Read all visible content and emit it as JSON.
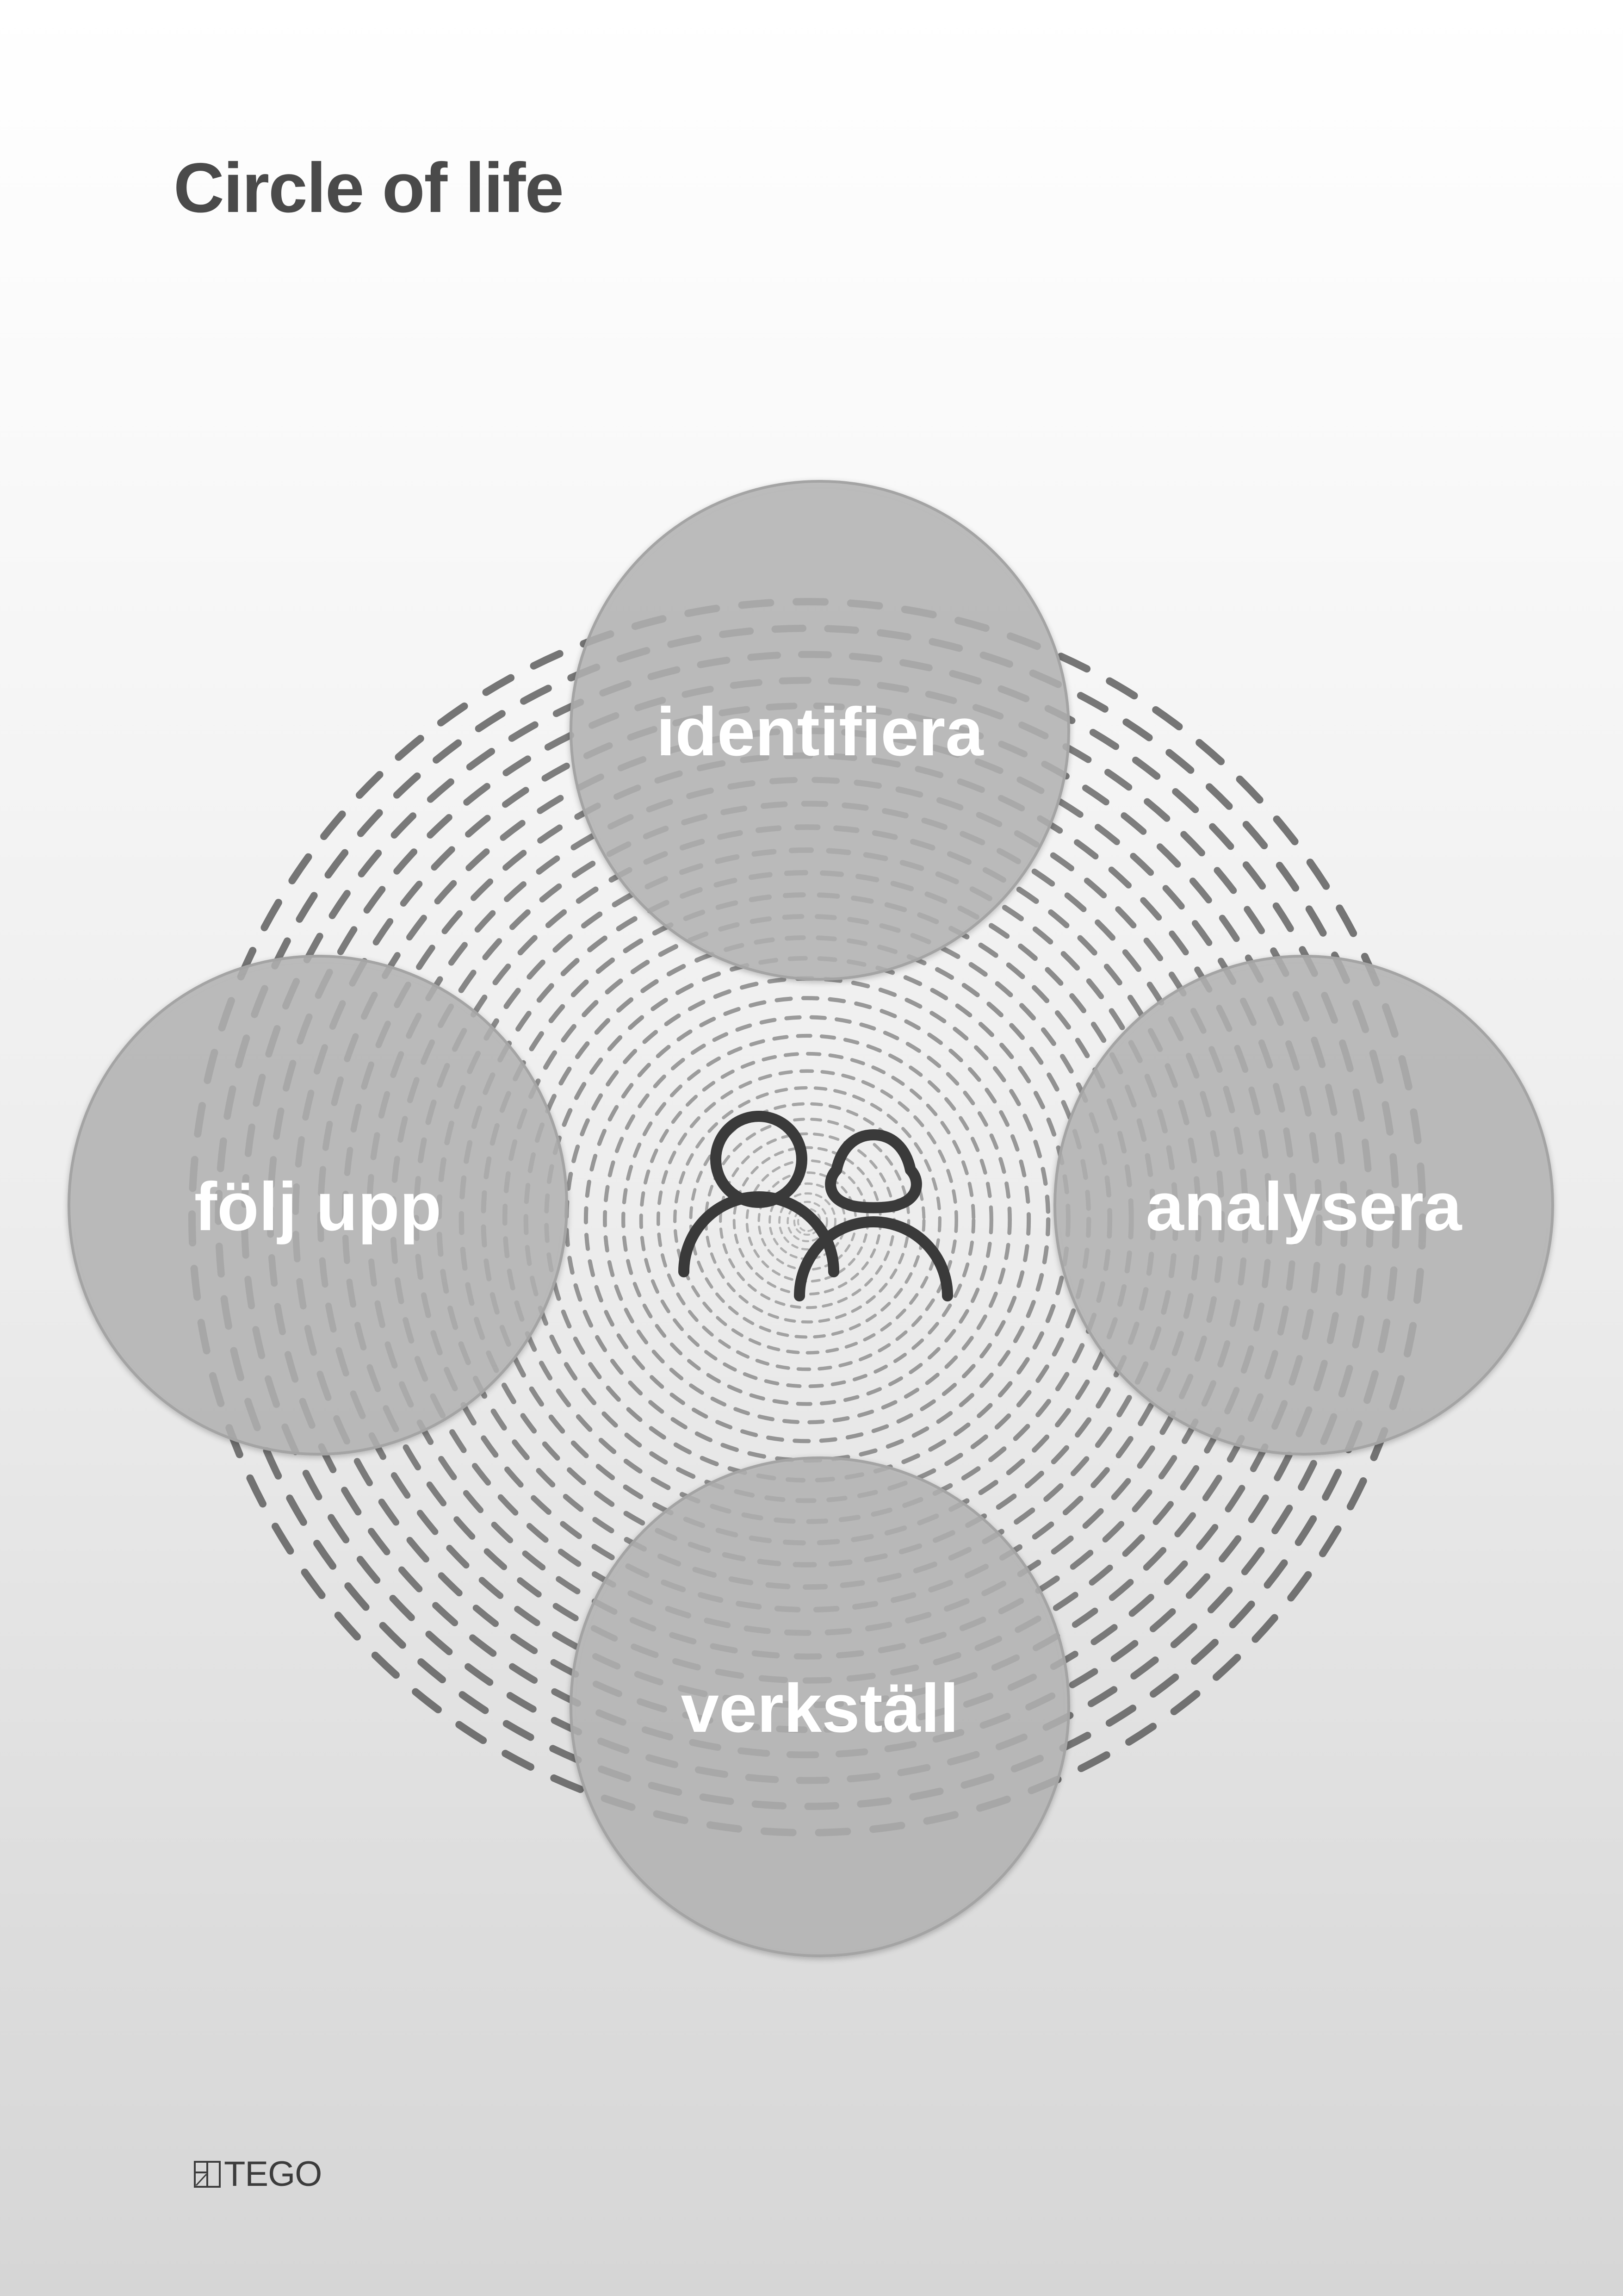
{
  "title": "Circle of life",
  "center_icon": "people-icon",
  "nodes": [
    {
      "id": "top",
      "label": "identifiera"
    },
    {
      "id": "right",
      "label": "analysera"
    },
    {
      "id": "bottom",
      "label": "verkställ"
    },
    {
      "id": "left",
      "label": "följ upp"
    }
  ],
  "colors": {
    "node_fill": "#b3b3b3",
    "node_label": "#ffffff",
    "ring_stroke": "#555555",
    "icon_stroke": "#3a3a3a",
    "title": "#4a4a4a"
  },
  "footer": {
    "logo_icon": "tego-logo-icon",
    "logo_text": "TEGO"
  }
}
